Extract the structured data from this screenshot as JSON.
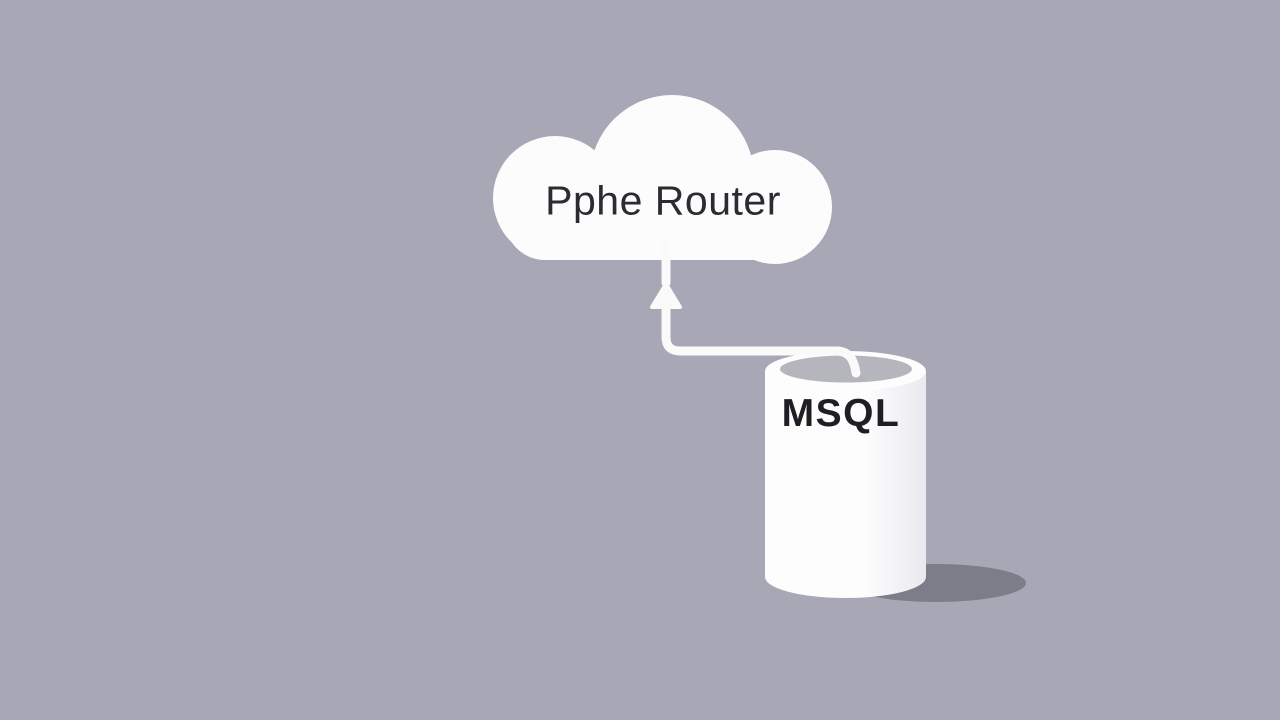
{
  "scene": {
    "background_color": "#a7a7b5",
    "description": "Flat illustration of a white cloud labeled 'Pphe Router' connected by a white elbow arrow to a white database cylinder labeled 'MSQL' on a muted lavender-gray background"
  },
  "cloud": {
    "label": "Pphe Router",
    "fill": "#fcfcfd",
    "text_color": "#2b2b31"
  },
  "database": {
    "label": "MSQL",
    "fill_top": "#fdfdfe",
    "fill_bottom": "#f2f2f5",
    "opening_color": "#b5b5be",
    "shadow_color": "#7d7d89",
    "text_color": "#1e1e24"
  },
  "connector": {
    "color": "#fafafb",
    "arrow_direction": "up",
    "from": "database",
    "to": "cloud"
  }
}
